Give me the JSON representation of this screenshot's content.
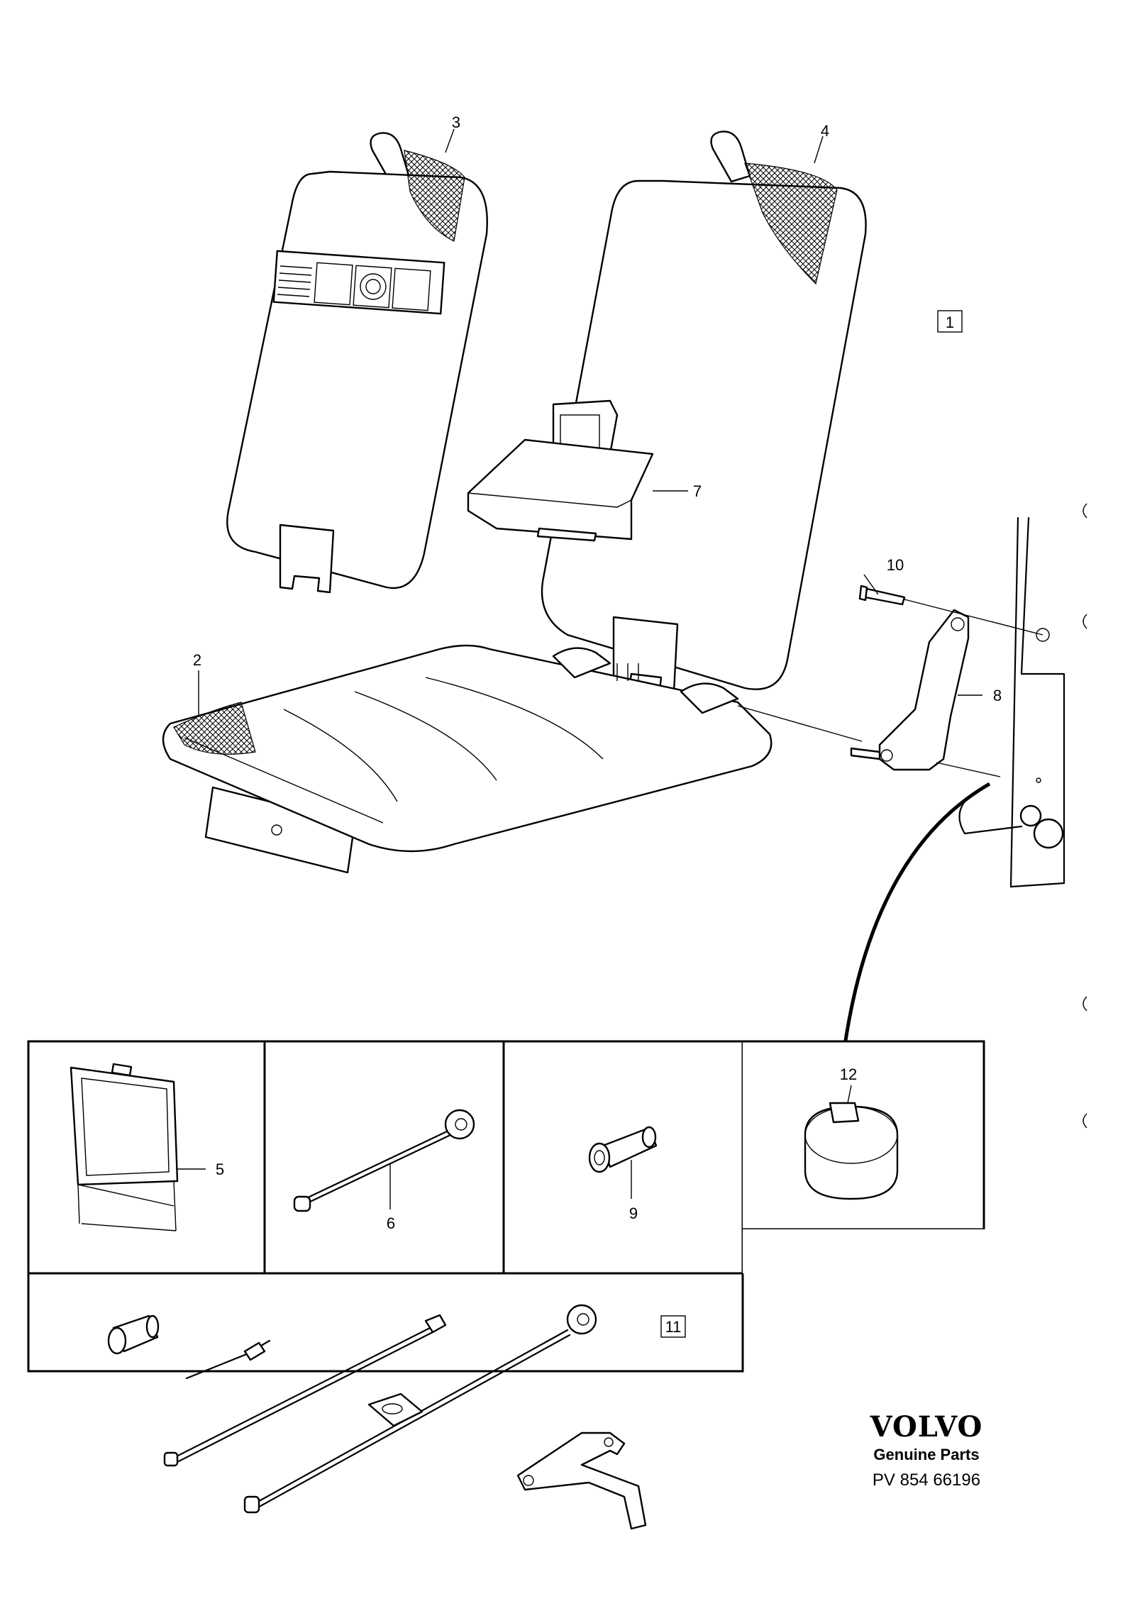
{
  "callouts": {
    "c1": "1",
    "c2": "2",
    "c3": "3",
    "c4": "4",
    "c5": "5",
    "c6": "6",
    "c7": "7",
    "c8": "8",
    "c9": "9",
    "c10": "10",
    "c11": "11",
    "c12": "12"
  },
  "brand": {
    "logo": "VOLVO",
    "tagline": "Genuine Parts",
    "drawing_number": "PV 854 66196"
  },
  "colors": {
    "ink": "#000000",
    "paper": "#ffffff"
  }
}
